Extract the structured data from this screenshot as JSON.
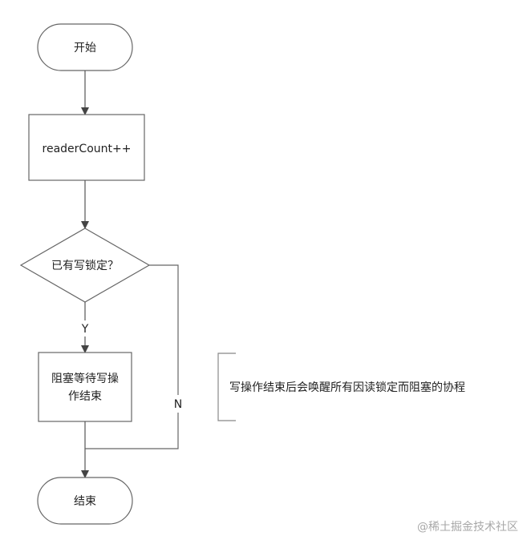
{
  "nodes": {
    "start": {
      "label": "开始"
    },
    "increment": {
      "label": "readerCount++"
    },
    "decision": {
      "label": "已有写锁定？"
    },
    "block": {
      "line1": "阻塞等待写操",
      "line2": "作结束"
    },
    "end": {
      "label": "结束"
    }
  },
  "edges": {
    "yes_label": "Y",
    "no_label": "N"
  },
  "note": {
    "text": "写操作结束后会唤醒所有因读锁定而阻塞的协程"
  },
  "watermark": {
    "text": "@稀土掘金技术社区"
  }
}
